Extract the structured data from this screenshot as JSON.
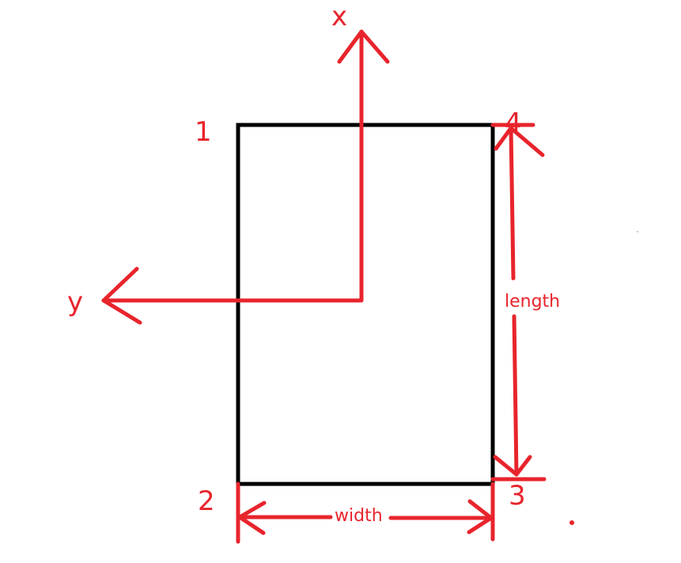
{
  "colors": {
    "annotation": "#e8242c",
    "outline": "#000000",
    "background": "#ffffff"
  },
  "axes": {
    "x_label": "x",
    "y_label": "y"
  },
  "corners": {
    "c1": "1",
    "c2": "2",
    "c3": "3",
    "c4": "4"
  },
  "dimensions": {
    "width_label": "width",
    "length_label": "length"
  }
}
